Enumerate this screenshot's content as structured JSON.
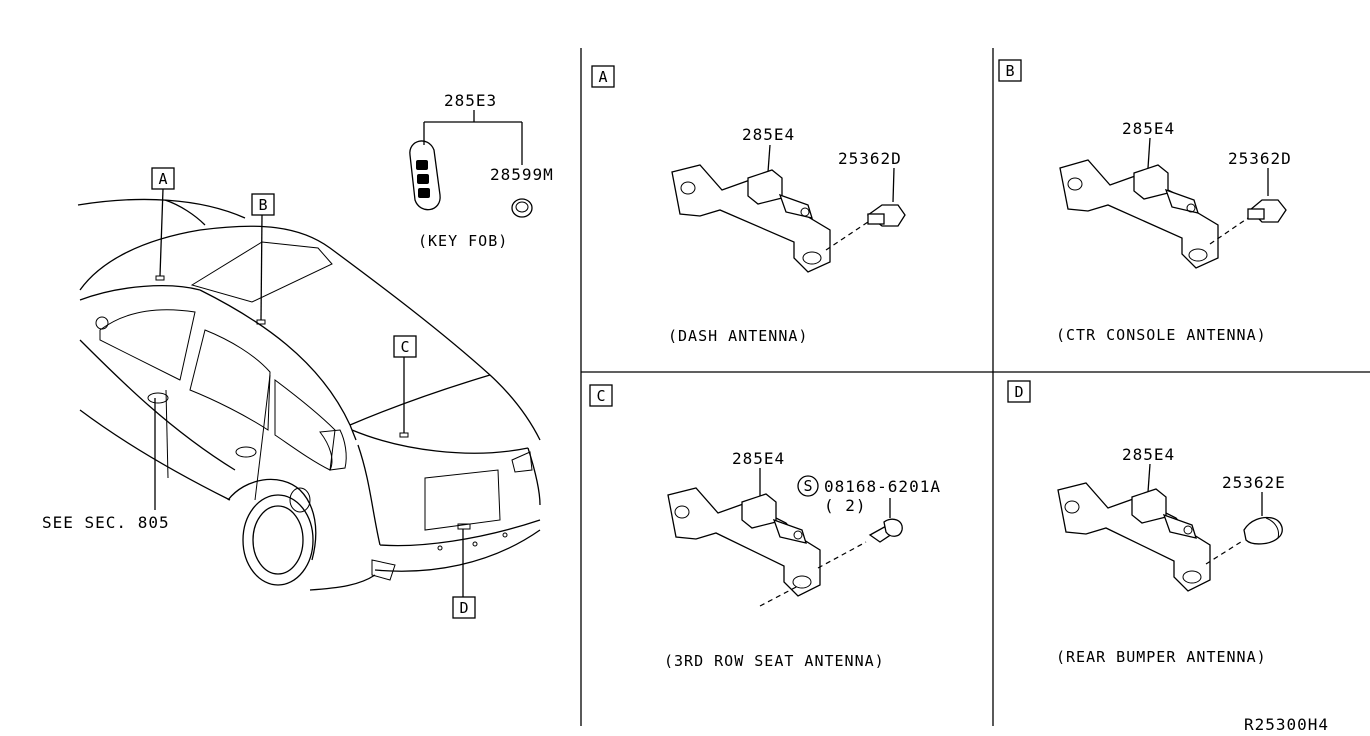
{
  "car": {
    "callouts": [
      "A",
      "B",
      "C",
      "D"
    ],
    "see_sec": "SEE SEC. 805"
  },
  "key_fob": {
    "part_group": "285E3",
    "battery_part": "28599M",
    "caption": "(KEY FOB)"
  },
  "panels": [
    {
      "letter": "A",
      "bracket_part": "285E4",
      "fastener_part": "25362D",
      "caption": "(DASH ANTENNA)"
    },
    {
      "letter": "B",
      "bracket_part": "285E4",
      "fastener_part": "25362D",
      "caption": "(CTR CONSOLE ANTENNA)"
    },
    {
      "letter": "C",
      "bracket_part": "285E4",
      "fastener_symbol": "S",
      "fastener_part": "08168-6201A",
      "fastener_qty": "( 2)",
      "caption": "(3RD ROW SEAT ANTENNA)"
    },
    {
      "letter": "D",
      "bracket_part": "285E4",
      "fastener_part": "25362E",
      "caption": "(REAR BUMPER ANTENNA)"
    }
  ],
  "diagram_id": "R25300H4"
}
